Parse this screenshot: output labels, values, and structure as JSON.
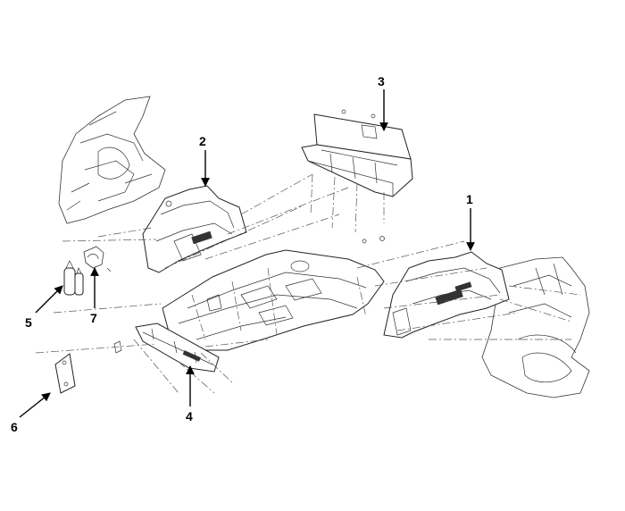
{
  "callouts": [
    {
      "id": "1",
      "label": "1"
    },
    {
      "id": "2",
      "label": "2"
    },
    {
      "id": "3",
      "label": "3"
    },
    {
      "id": "4",
      "label": "4"
    },
    {
      "id": "5",
      "label": "5"
    },
    {
      "id": "6",
      "label": "6"
    },
    {
      "id": "7",
      "label": "7"
    }
  ],
  "colors": {
    "line": "#222222",
    "background": "#ffffff"
  }
}
